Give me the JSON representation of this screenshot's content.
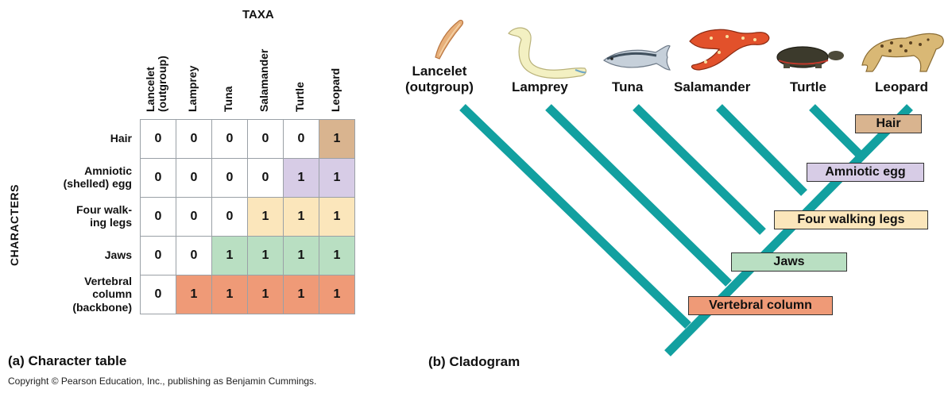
{
  "table": {
    "taxa_header": "TAXA",
    "characters_label": "CHARACTERS",
    "taxa": [
      "Lancelet (outgroup)",
      "Lamprey",
      "Tuna",
      "Salamander",
      "Turtle",
      "Leopard"
    ],
    "taxa_lines": [
      [
        "Lancelet",
        "(outgroup)"
      ],
      [
        "Lamprey"
      ],
      [
        "Tuna"
      ],
      [
        "Salamander"
      ],
      [
        "Turtle"
      ],
      [
        "Leopard"
      ]
    ],
    "rows": [
      {
        "label": "Hair",
        "label_lines": [
          "Hair"
        ],
        "values": [
          "0",
          "0",
          "0",
          "0",
          "0",
          "1"
        ],
        "color": "#d9b48f"
      },
      {
        "label": "Amniotic (shelled) egg",
        "label_lines": [
          "Amniotic",
          "(shelled) egg"
        ],
        "values": [
          "0",
          "0",
          "0",
          "0",
          "1",
          "1"
        ],
        "color": "#d7cce6"
      },
      {
        "label": "Four walking legs",
        "label_lines": [
          "Four walk-",
          "ing legs"
        ],
        "values": [
          "0",
          "0",
          "0",
          "1",
          "1",
          "1"
        ],
        "color": "#fbe6bb"
      },
      {
        "label": "Jaws",
        "label_lines": [
          "Jaws"
        ],
        "values": [
          "0",
          "0",
          "1",
          "1",
          "1",
          "1"
        ],
        "color": "#b9dfc2"
      },
      {
        "label": "Vertebral column (backbone)",
        "label_lines": [
          "Vertebral",
          "column",
          "(backbone)"
        ],
        "values": [
          "0",
          "1",
          "1",
          "1",
          "1",
          "1"
        ],
        "color": "#ef9a77"
      }
    ]
  },
  "cladogram": {
    "branch_color": "#12a0a0",
    "taxa": [
      {
        "name": "Lancelet (outgroup)",
        "lines": [
          "Lancelet",
          "(outgroup)"
        ]
      },
      {
        "name": "Lamprey",
        "lines": [
          "Lamprey"
        ]
      },
      {
        "name": "Tuna",
        "lines": [
          "Tuna"
        ]
      },
      {
        "name": "Salamander",
        "lines": [
          "Salamander"
        ]
      },
      {
        "name": "Turtle",
        "lines": [
          "Turtle"
        ]
      },
      {
        "name": "Leopard",
        "lines": [
          "Leopard"
        ]
      }
    ],
    "traits": [
      {
        "label": "Hair",
        "color": "#d9b48f"
      },
      {
        "label": "Amniotic egg",
        "color": "#d7cce6"
      },
      {
        "label": "Four walking legs",
        "color": "#fbe6bb"
      },
      {
        "label": "Jaws",
        "color": "#b9dfc2"
      },
      {
        "label": "Vertebral column",
        "color": "#ef9a77"
      }
    ],
    "animal_icons": [
      "lancelet-image",
      "lamprey-image",
      "tuna-image",
      "salamander-image",
      "turtle-image",
      "leopard-image"
    ]
  },
  "captions": {
    "a": "(a) Character table",
    "b": "(b) Cladogram",
    "copyright": "Copyright © Pearson Education, Inc., publishing as Benjamin Cummings."
  }
}
